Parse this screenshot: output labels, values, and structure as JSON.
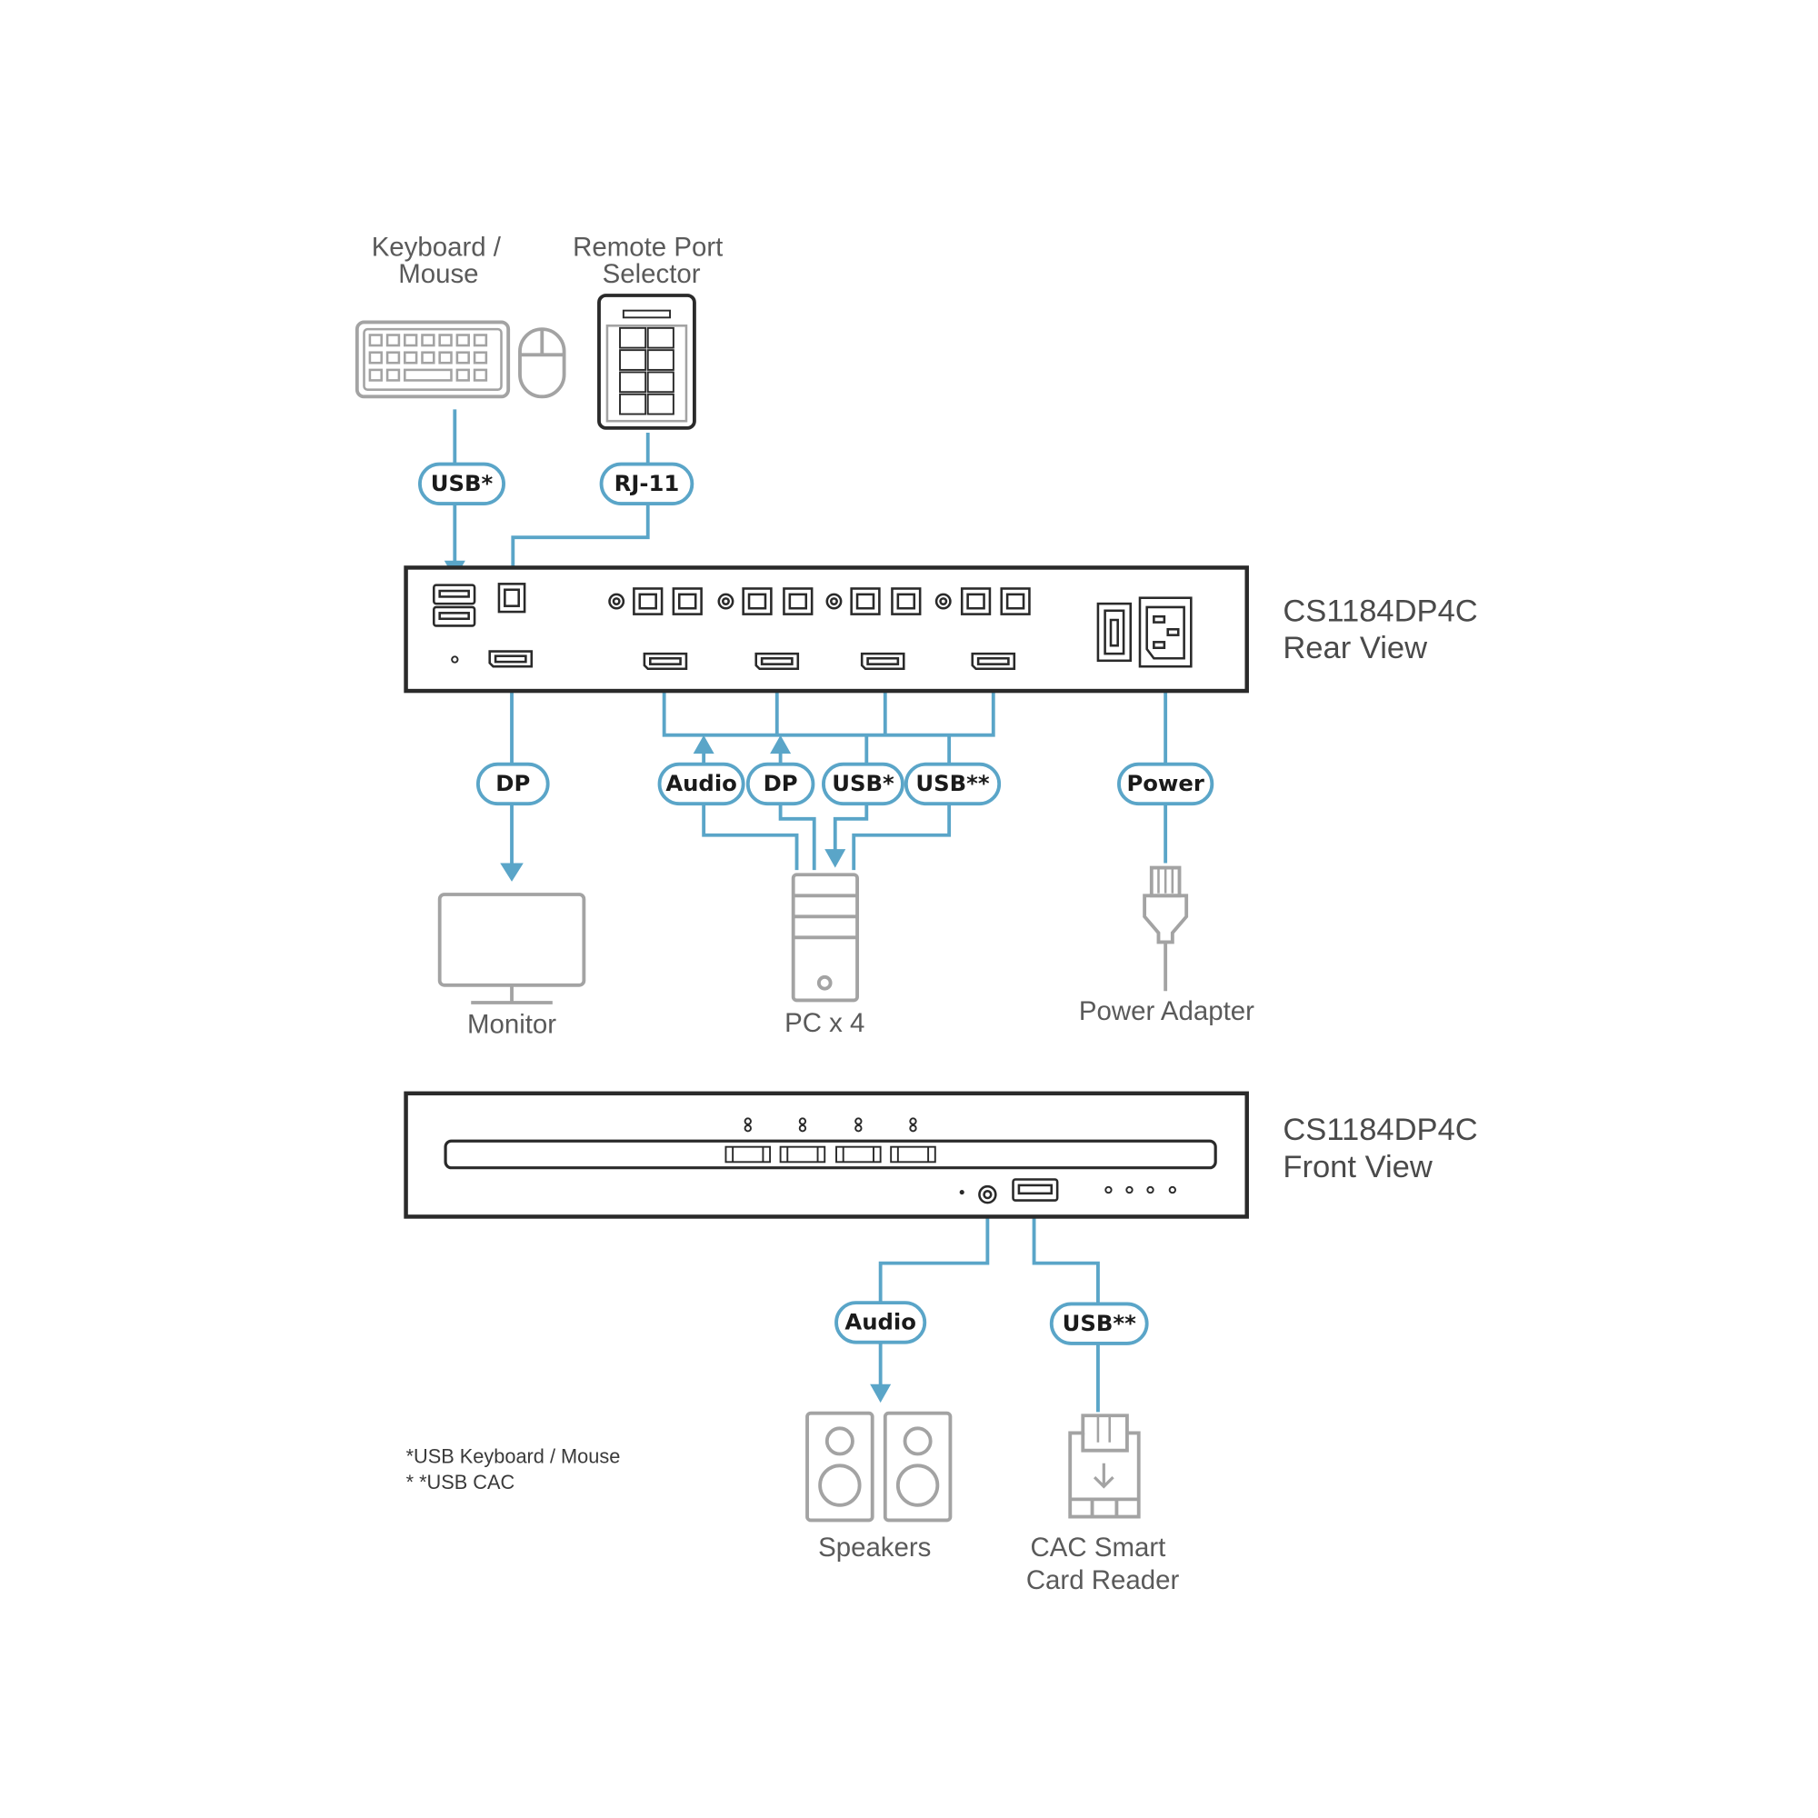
{
  "colors": {
    "cable": "#5aa5c8",
    "device_outline": "#a3a3a3",
    "chassis": "#2a2a2a",
    "text": "#4a4a4a"
  },
  "devices": {
    "keyboard_mouse": {
      "line1": "Keyboard /",
      "line2": "Mouse",
      "icon": "keyboard-mouse-icon"
    },
    "remote_port_selector": {
      "line1": "Remote Port",
      "line2": "Selector",
      "icon": "remote-selector-icon"
    },
    "monitor": {
      "label": "Monitor",
      "icon": "monitor-icon"
    },
    "pc": {
      "label": "PC x 4",
      "icon": "pc-tower-icon"
    },
    "power_adapter": {
      "label": "Power Adapter",
      "icon": "power-plug-icon"
    },
    "speakers": {
      "label": "Speakers",
      "icon": "speakers-icon"
    },
    "cac_reader": {
      "line1": "CAC Smart",
      "line2": "Card Reader",
      "icon": "card-reader-icon"
    }
  },
  "units": {
    "rear": {
      "model": "CS1184DP4C",
      "view": "Rear View"
    },
    "front": {
      "model": "CS1184DP4C",
      "view": "Front View"
    }
  },
  "connections": {
    "usb_kbd": "USB*",
    "rj11": "RJ-11",
    "dp_monitor": "DP",
    "pc_audio": "Audio",
    "pc_dp": "DP",
    "pc_usb": "USB*",
    "pc_usb_cac": "USB**",
    "power": "Power",
    "front_audio": "Audio",
    "front_usb_cac": "USB**"
  },
  "footnotes": {
    "note1": "*USB Keyboard / Mouse",
    "note2": "* *USB CAC"
  }
}
